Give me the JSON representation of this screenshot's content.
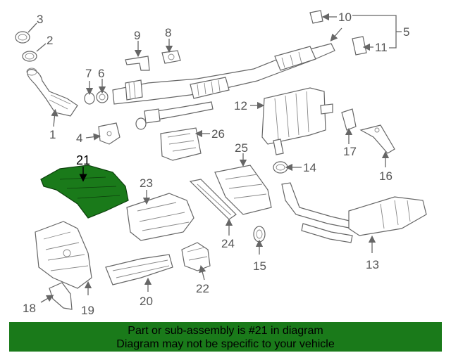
{
  "diagram": {
    "highlight_part": "21",
    "highlight_color": "#1a7a1a",
    "callouts": {
      "c1": "1",
      "c2": "2",
      "c3": "3",
      "c4": "4",
      "c5": "5",
      "c6": "6",
      "c7": "7",
      "c8": "8",
      "c9": "9",
      "c10": "10",
      "c11": "11",
      "c12": "12",
      "c13": "13",
      "c14": "14",
      "c15": "15",
      "c16": "16",
      "c17": "17",
      "c18": "18",
      "c19": "19",
      "c20": "20",
      "c21": "21",
      "c22": "22",
      "c23": "23",
      "c24": "24",
      "c25": "25",
      "c26": "26"
    }
  },
  "banner": {
    "line1": "Part or sub-assembly is #21 in diagram",
    "line2": "Diagram may not be specific to your vehicle",
    "background": "#1a7a1a"
  }
}
